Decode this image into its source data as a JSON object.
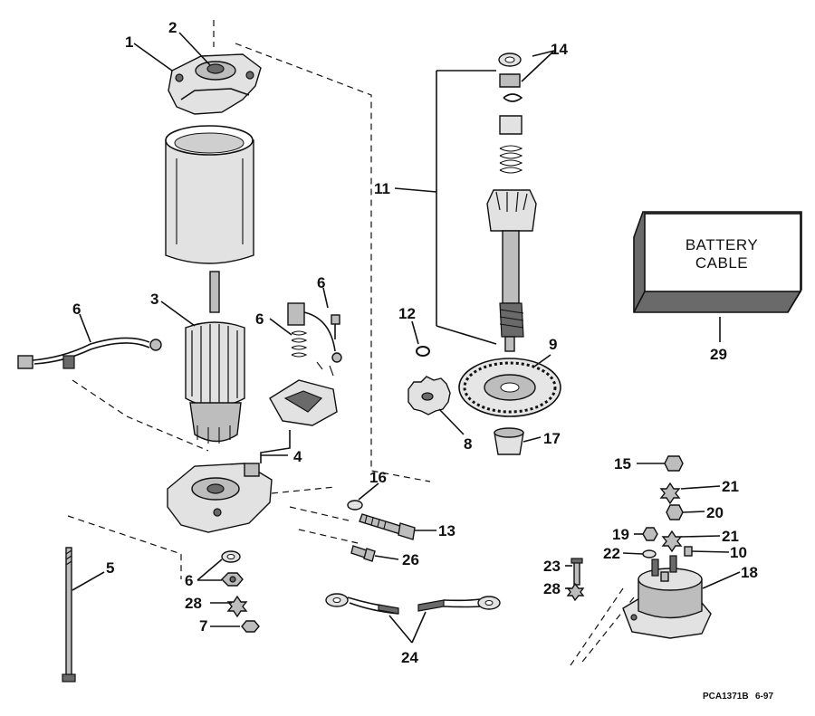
{
  "diagram": {
    "callouts": [
      {
        "id": "1",
        "label": "1"
      },
      {
        "id": "2",
        "label": "2"
      },
      {
        "id": "3",
        "label": "3"
      },
      {
        "id": "4",
        "label": "4"
      },
      {
        "id": "5",
        "label": "5"
      },
      {
        "id": "6a",
        "label": "6"
      },
      {
        "id": "6b",
        "label": "6"
      },
      {
        "id": "6c",
        "label": "6"
      },
      {
        "id": "6d",
        "label": "6"
      },
      {
        "id": "7",
        "label": "7"
      },
      {
        "id": "8",
        "label": "8"
      },
      {
        "id": "9",
        "label": "9"
      },
      {
        "id": "10",
        "label": "10"
      },
      {
        "id": "11",
        "label": "11"
      },
      {
        "id": "12",
        "label": "12"
      },
      {
        "id": "13",
        "label": "13"
      },
      {
        "id": "14",
        "label": "14"
      },
      {
        "id": "15",
        "label": "15"
      },
      {
        "id": "16",
        "label": "16"
      },
      {
        "id": "17",
        "label": "17"
      },
      {
        "id": "18",
        "label": "18"
      },
      {
        "id": "19",
        "label": "19"
      },
      {
        "id": "20",
        "label": "20"
      },
      {
        "id": "21a",
        "label": "21"
      },
      {
        "id": "21b",
        "label": "21"
      },
      {
        "id": "22",
        "label": "22"
      },
      {
        "id": "23",
        "label": "23"
      },
      {
        "id": "24",
        "label": "24"
      },
      {
        "id": "26",
        "label": "26"
      },
      {
        "id": "28a",
        "label": "28"
      },
      {
        "id": "28b",
        "label": "28"
      },
      {
        "id": "29",
        "label": "29"
      }
    ],
    "battery_cable_box": {
      "line1": "BATTERY",
      "line2": "CABLE"
    },
    "figure_code": "PCA1371B",
    "figure_date": "6-97"
  }
}
